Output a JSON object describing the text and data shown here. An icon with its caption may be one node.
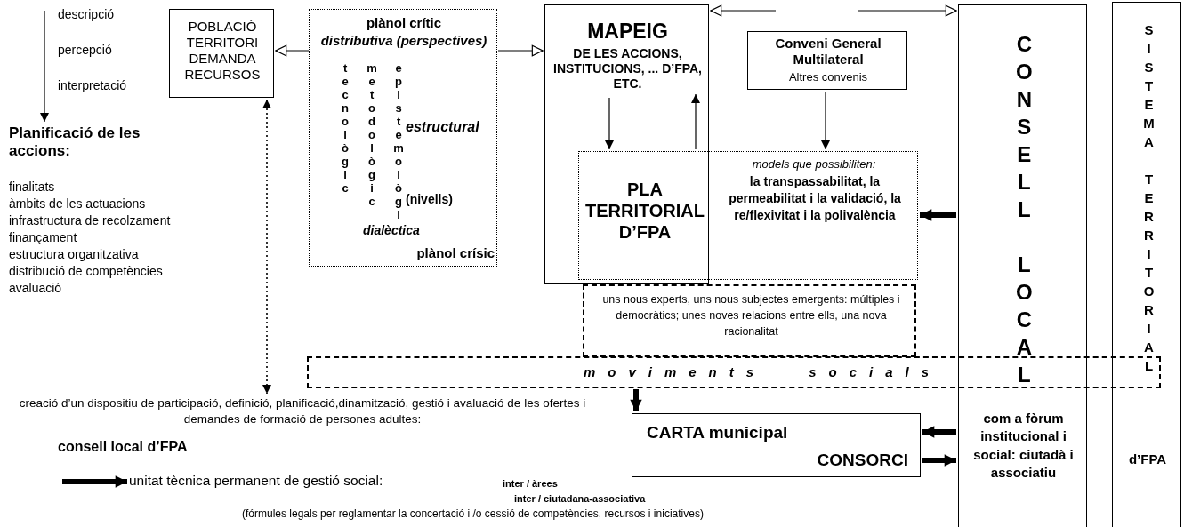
{
  "diagram": {
    "nodes": [
      {
        "text": [
          "POBLACIÓ TERRITORI DEMANDA RECURSOS"
        ]
      },
      {
        "text": [
          "plànol crític",
          "distributiva (perspectives)",
          "tecnològic",
          "metodològic",
          "epistemològi",
          "estructural",
          "(nivells)",
          "dialèctica",
          "plànol crísic"
        ]
      },
      {
        "text": [
          "MAPEIG",
          "DE LES ACCIONS, INSTITUCIONS, ... D’FPA, ETC."
        ]
      },
      {
        "text": [
          "PLA TERRITORIAL D’FPA",
          "models que possibiliten:",
          "la transpassabilitat, la permeabilitat i la validació, la re/flexivitat i la polivalència"
        ]
      },
      {
        "text": [
          "Conveni General Multilateral",
          "Altres convenis"
        ]
      },
      {
        "text": [
          "CONSELL LOCAL",
          "com a fòrum institucional i social: ciutadà i associatiu"
        ]
      },
      {
        "text": [
          "SISTEMA TERRITORIAL",
          "d’FPA"
        ]
      },
      {
        "text": [
          "uns nous experts, uns nous subjectes emergents: múltiples i democràtics; unes noves relacions entre ells, una nova racionalitat"
        ]
      },
      {
        "text": [
          "moviments socials"
        ]
      },
      {
        "text": [
          "CARTA municipal",
          "CONSORCI"
        ]
      },
      {
        "text": [
          "Planificació de les accions:",
          "finalitats",
          "àmbits de les actuacions",
          "infrastructura de recolzament",
          "finançament",
          "estructura organitzativa",
          "distribució de competències",
          "avaluació"
        ]
      },
      {
        "text": [
          "creació d’un dispositiu de participació, definició, planificació,dinamització, gestió i avaluació de les ofertes i demandes de formació de persones adultes:"
        ]
      },
      {
        "text": [
          "unitat tècnica permanent de gestió social:"
        ]
      }
    ],
    "edges": [
      {
        "from": 1,
        "to": 0,
        "arrow": "to"
      },
      {
        "from": 1,
        "to": 2,
        "arrow": "to"
      },
      {
        "from": null,
        "to": 2,
        "arrow": "to"
      },
      {
        "from": null,
        "to": 5,
        "arrow": "to"
      },
      {
        "from": 2,
        "to": 3,
        "arrow": "to"
      },
      {
        "from": 3,
        "to": 2,
        "arrow": "to"
      },
      {
        "from": 4,
        "to": 3,
        "arrow": "to"
      },
      {
        "from": 5,
        "to": 3,
        "arrow": "to",
        "style": "thick"
      },
      {
        "from": 8,
        "to": 9,
        "arrow": "to",
        "style": "thick"
      },
      {
        "from": 5,
        "to": 9,
        "arrow": "to",
        "style": "thick"
      },
      {
        "from": 9,
        "to": 5,
        "arrow": "to",
        "style": "thick"
      },
      {
        "from": null,
        "to": 10,
        "arrow": "to"
      },
      {
        "from": 0,
        "to": 11,
        "arrow": "both",
        "style": "dashed"
      },
      {
        "from": null,
        "to": 12,
        "arrow": "to",
        "style": "thick"
      }
    ],
    "labels": [
      "descripció",
      "percepció",
      "interpretació",
      "consell local d’FPA",
      "inter / àrees",
      "inter / ciutadana-associativa",
      "(fórmules legals per reglamentar la concertació i /o cessió de competències, recursos i iniciatives)"
    ]
  }
}
